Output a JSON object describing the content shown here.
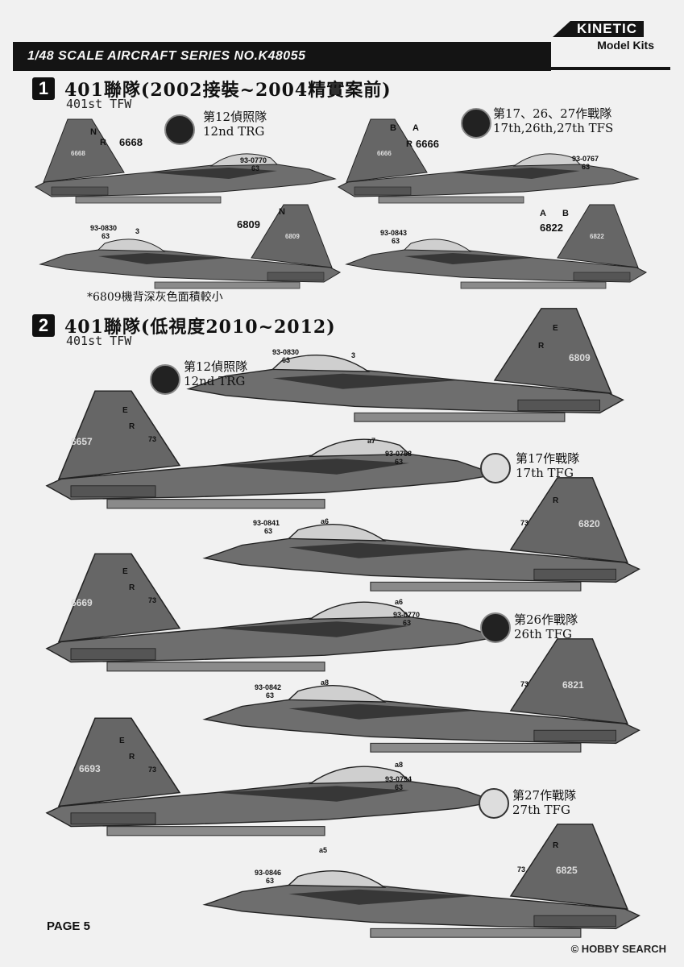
{
  "header": {
    "series": "1/48 SCALE  AIRCRAFT  SERIES NO.K48055",
    "brand": "KINETIC",
    "brand_sub": "Model Kits"
  },
  "section1": {
    "number": "1",
    "title": "401聯隊(2002接裝~2004精實案前)",
    "subtitle": "401st TFW",
    "unit_a": {
      "zh": "第12偵照隊",
      "en": "12nd TRG"
    },
    "unit_b": {
      "zh": "第17、26、27作戰隊",
      "en": "17th,26th,27th TFS"
    },
    "note": "*6809機背深灰色面積較小",
    "jets": [
      {
        "tail": "6668",
        "serial": "93-0770",
        "sub": "63",
        "letters": [
          "N",
          "R"
        ]
      },
      {
        "tail": "6666",
        "serial": "93-0767",
        "sub": "63",
        "letters": [
          "B",
          "A",
          "R"
        ]
      },
      {
        "tail": "6809",
        "serial": "93-0830",
        "sub": "63",
        "letters": [
          "N",
          "3"
        ]
      },
      {
        "tail": "6822",
        "serial": "93-0843",
        "sub": "63",
        "letters": [
          "A",
          "B"
        ]
      }
    ]
  },
  "section2": {
    "number": "2",
    "title": "401聯隊(低視度2010~2012)",
    "subtitle": "401st TFW",
    "units": [
      {
        "zh": "第12偵照隊",
        "en": "12nd TRG"
      },
      {
        "zh": "第17作戰隊",
        "en": "17th TFG"
      },
      {
        "zh": "第26作戰隊",
        "en": "26th TFG"
      },
      {
        "zh": "第27作戰隊",
        "en": "27th TFG"
      }
    ],
    "jets": [
      {
        "tail": "6809",
        "serial": "93-0830",
        "sub": "63",
        "marks": [
          "E",
          "R",
          "3",
          "a7"
        ]
      },
      {
        "tail": "6657",
        "serial": "93-0758",
        "sub": "63",
        "marks": [
          "E",
          "R",
          "73",
          "a6"
        ]
      },
      {
        "tail": "6820",
        "serial": "93-0841",
        "sub": "63",
        "marks": [
          "R",
          "73",
          "a6"
        ]
      },
      {
        "tail": "6669",
        "serial": "93-0770",
        "sub": "63",
        "marks": [
          "E",
          "R",
          "73",
          "a8"
        ]
      },
      {
        "tail": "6821",
        "serial": "93-0842",
        "sub": "63",
        "marks": [
          "73",
          "a8"
        ]
      },
      {
        "tail": "6693",
        "serial": "93-0794",
        "sub": "63",
        "marks": [
          "E",
          "R",
          "73",
          "a5"
        ]
      },
      {
        "tail": "6825",
        "serial": "93-0846",
        "sub": "63",
        "marks": [
          "R",
          "73"
        ]
      }
    ]
  },
  "footer": {
    "page": "PAGE  5",
    "watermark": "© HOBBY SEARCH"
  }
}
